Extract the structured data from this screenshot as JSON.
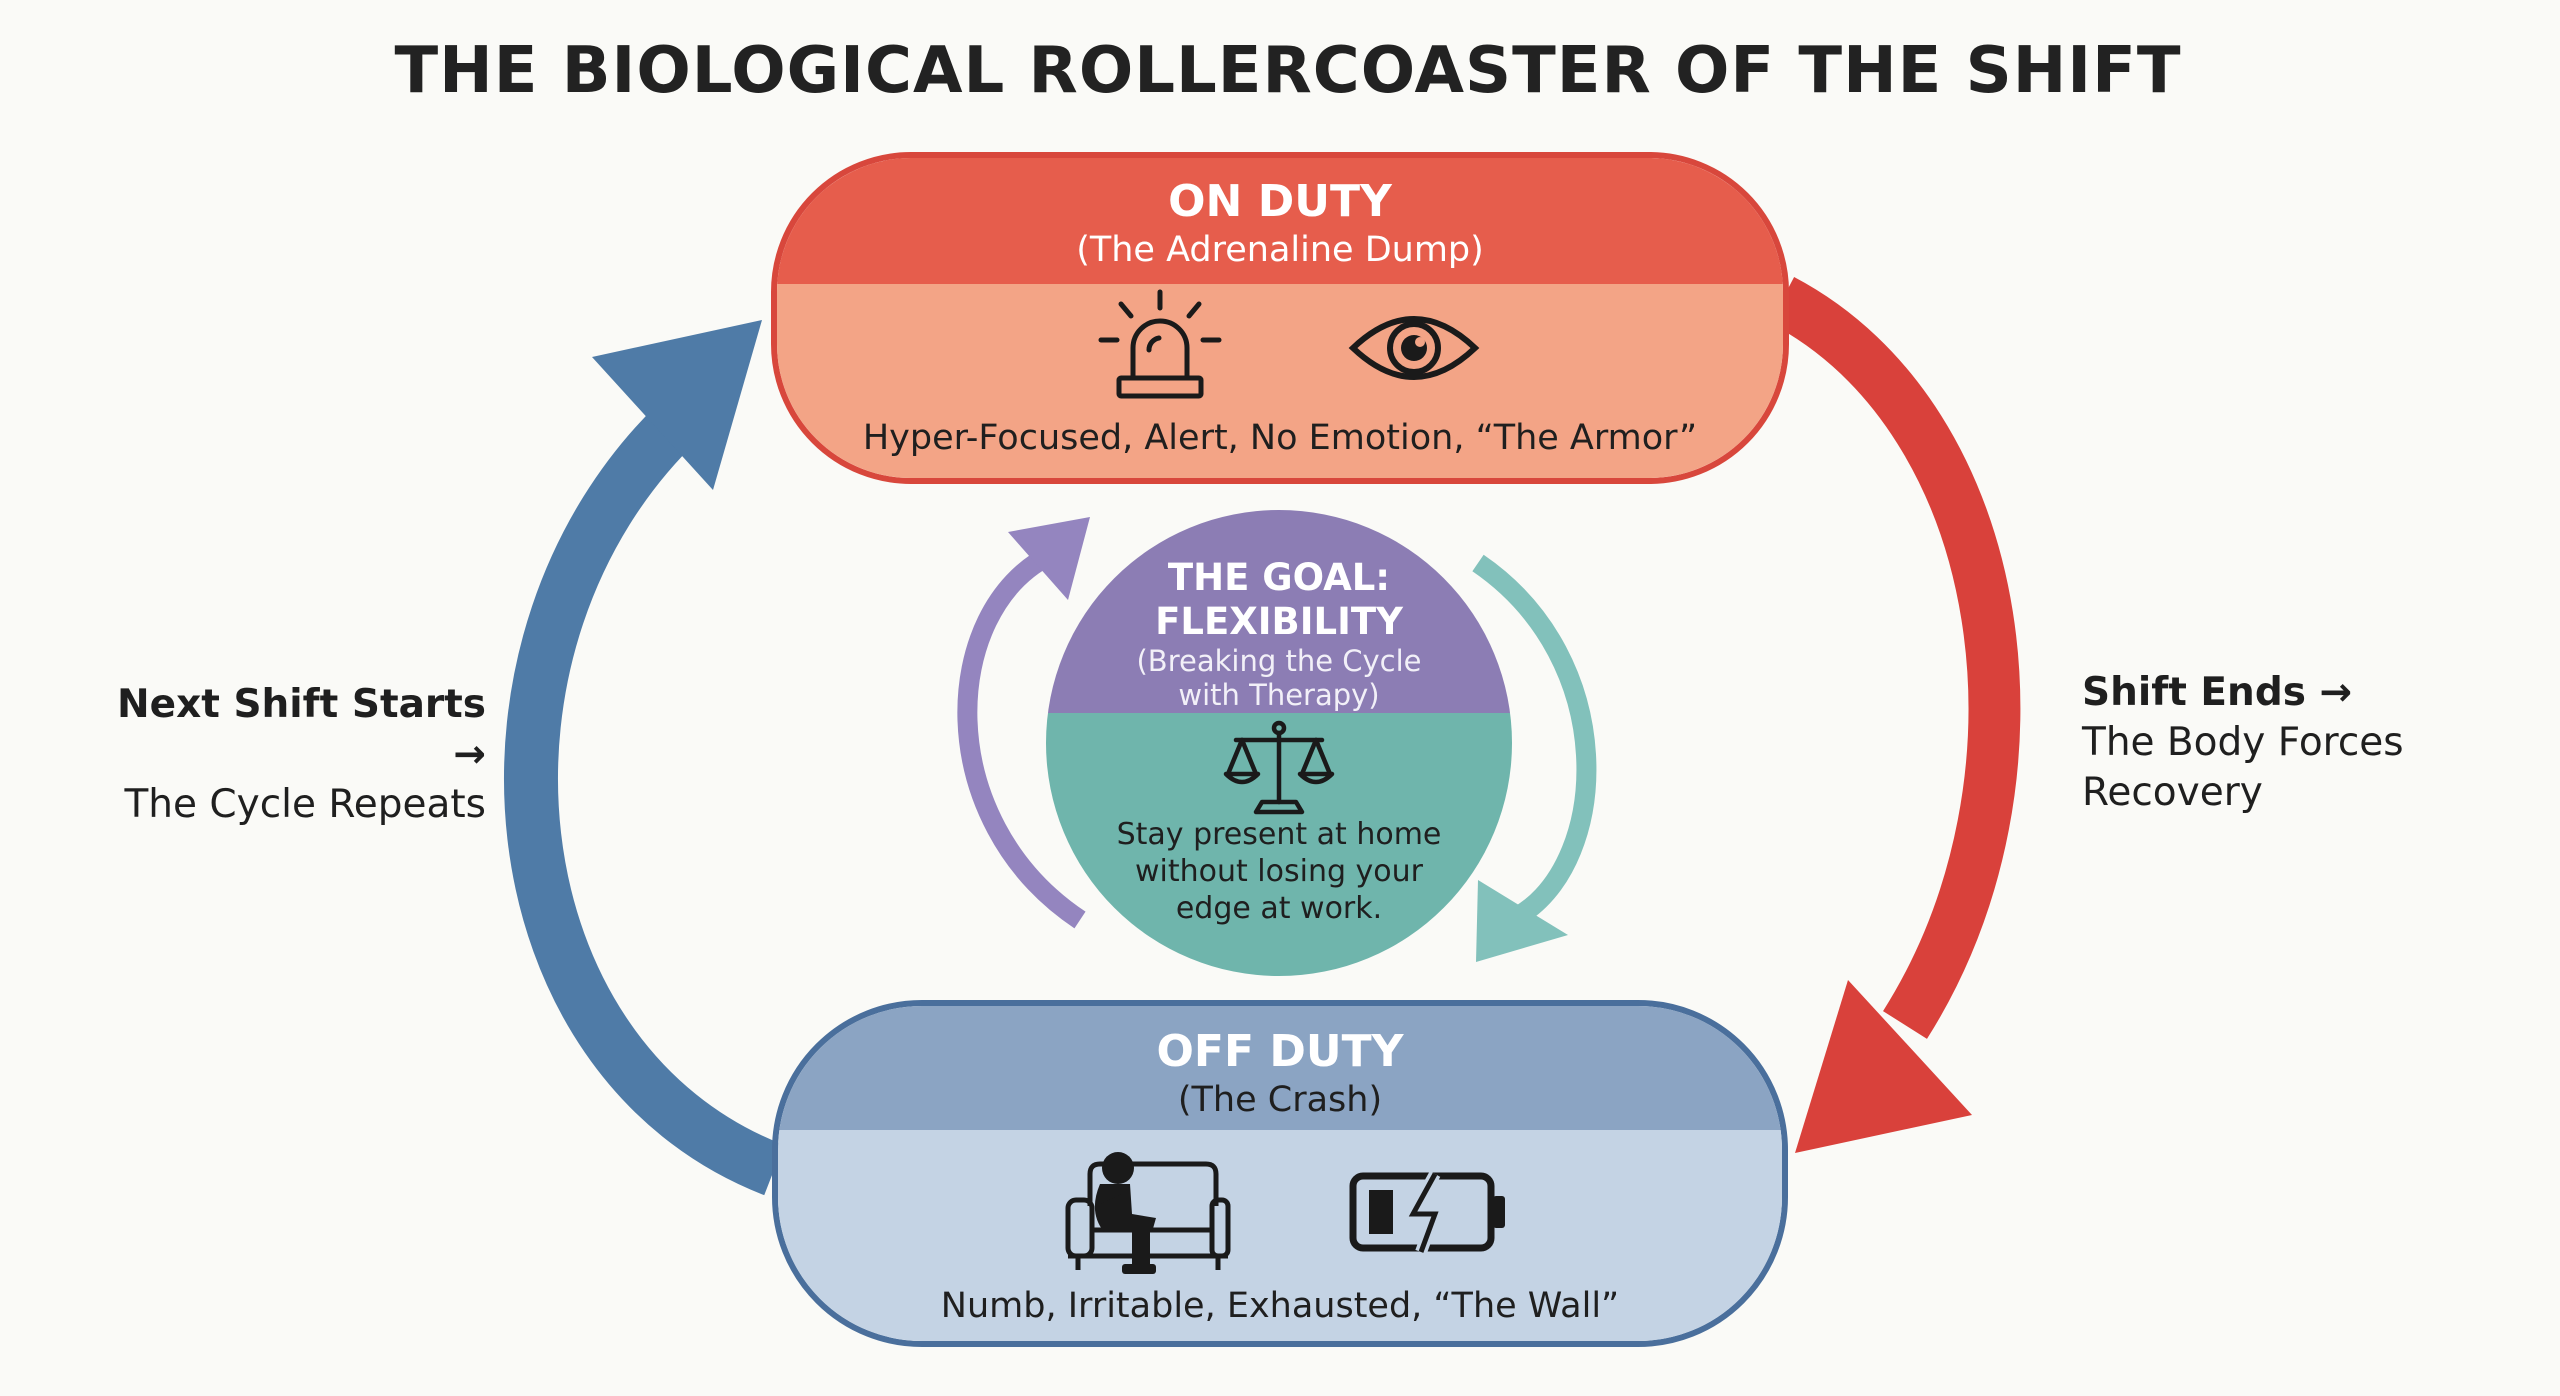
{
  "title": "THE BIOLOGICAL ROLLERCOASTER OF THE SHIFT",
  "on_duty": {
    "title": "ON DUTY",
    "subtitle": "(The Adrenaline Dump)",
    "icons": [
      "siren-icon",
      "eye-icon"
    ],
    "description": "Hyper-Focused, Alert, No Emotion, “The Armor”"
  },
  "off_duty": {
    "title": "OFF DUTY",
    "subtitle": "(The Crash)",
    "icons": [
      "person-on-couch-icon",
      "low-battery-icon"
    ],
    "description": "Numb, Irritable, Exhausted, “The Wall”"
  },
  "goal": {
    "title_line1": "THE GOAL:",
    "title_line2": "FLEXIBILITY",
    "subtitle_line1": "(Breaking the Cycle",
    "subtitle_line2": "with Therapy)",
    "icons": [
      "balance-scale-icon"
    ],
    "desc_line1": "Stay present at home",
    "desc_line2": "without losing your",
    "desc_line3": "edge at work."
  },
  "left_label": {
    "line1": "Next Shift Starts →",
    "line2": "The Cycle Repeats"
  },
  "right_label": {
    "line1": "Shift Ends →",
    "line2": "The Body Forces",
    "line3": "Recovery"
  },
  "colors": {
    "on_duty_border": "#d8473c",
    "on_duty_header": "#e65d4c",
    "on_duty_body": "#f3a486",
    "off_duty_border": "#4a6f9c",
    "off_duty_header": "#8ba4c3",
    "off_duty_body": "#c4d3e4",
    "goal_top": "#8c7db4",
    "goal_bottom": "#6fb5ac",
    "left_arrow": "#4f7ba7",
    "right_arrow": "#d9413b",
    "inner_left_arrow": "#9485bf",
    "inner_right_arrow": "#82c1bb"
  }
}
